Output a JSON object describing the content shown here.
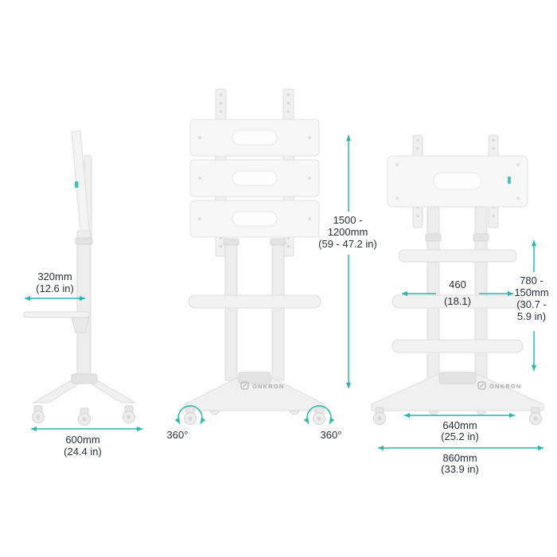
{
  "brand": {
    "name": "ONKRON"
  },
  "colors": {
    "accent": "#2cb4af",
    "text": "#273039",
    "product_fill": "#f2f2f2",
    "product_stroke": "#dcdcdc",
    "background": "#ffffff"
  },
  "views": {
    "side": {
      "shelf_depth": {
        "metric": "320mm",
        "imperial": "(12.6 in)"
      },
      "base_depth": {
        "metric": "600mm",
        "imperial": "(24.4 in)"
      }
    },
    "front": {
      "height_range": {
        "line1": "1500 -",
        "line2": "1200mm",
        "line3": "(59 - 47.2 in)"
      },
      "caster_left_rotation": "360°",
      "caster_right_rotation": "360°",
      "logo": "ONKRON"
    },
    "shelves": {
      "shelf_width": {
        "metric": "460",
        "imperial": "(18.1)"
      },
      "shelf_height_range": {
        "line1": "780 -",
        "line2": "150mm",
        "line3": "(30.7 -",
        "line4": "5.9 in)"
      },
      "base_width_inner": {
        "metric": "640mm",
        "imperial": "(25.2 in)"
      },
      "base_width_outer": {
        "metric": "860mm",
        "imperial": "(33.9 in)"
      },
      "logo": "ONKRON"
    }
  }
}
